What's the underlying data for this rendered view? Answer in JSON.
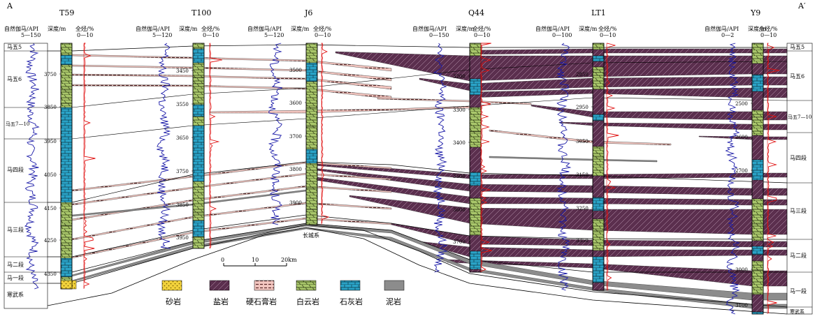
{
  "section": {
    "left": "A",
    "right": "A′"
  },
  "headers": {
    "gamma": "自然伽马/API",
    "depth": "深度/m",
    "hydrocarbon": "全烃/%",
    "hc_scale": "0—10"
  },
  "wells": [
    {
      "name": "T59",
      "gamma_scale": "5—150",
      "depths": [
        "3750",
        "3850",
        "3950",
        "4050",
        "4150",
        "4250",
        "4350"
      ]
    },
    {
      "name": "T100",
      "gamma_scale": "5—120",
      "depths": [
        "3450",
        "3550",
        "3650",
        "3750",
        "3850",
        "3950"
      ]
    },
    {
      "name": "J6",
      "gamma_scale": "5—120",
      "depths": [
        "3500",
        "3600",
        "3700",
        "3800",
        "3900"
      ],
      "base": "长城系"
    },
    {
      "name": "Q44",
      "gamma_scale": "0—150",
      "depths": [
        "3200",
        "3300",
        "3400",
        "3500",
        "3600",
        "3700"
      ]
    },
    {
      "name": "LT1",
      "gamma_scale": "0—100",
      "depths": [
        "2850",
        "2950",
        "3050",
        "3150",
        "3250",
        "3350"
      ]
    },
    {
      "name": "Y9",
      "gamma_scale": "0—2",
      "depths": [
        "2500",
        "2600",
        "2700",
        "3000",
        "3100"
      ]
    }
  ],
  "strata_left": [
    "马五5",
    "马五6",
    "马五7—10",
    "马四段",
    "马三段",
    "马二段",
    "马一段",
    "寒武系"
  ],
  "strata_right": [
    "马五5",
    "马五6",
    "马五7—10",
    "马四段",
    "马三段",
    "马二段",
    "马一段",
    "寒武系"
  ],
  "scale_bar": {
    "ticks": [
      "0",
      "10",
      "20km"
    ]
  },
  "legend": [
    {
      "label": "砂岩",
      "key": "sandstone"
    },
    {
      "label": "盐岩",
      "key": "salt"
    },
    {
      "label": "硬石膏岩",
      "key": "anhydrite"
    },
    {
      "label": "白云岩",
      "key": "dolomite"
    },
    {
      "label": "石灰岩",
      "key": "limestone"
    },
    {
      "label": "泥岩",
      "key": "mudstone"
    }
  ],
  "colors": {
    "salt": "#5b2f4e",
    "dolomite": "#a9c76b",
    "limestone": "#2aa3c7",
    "mudstone": "#8c8c8c",
    "sandstone": "#f2d23c",
    "anhydrite": "#f3c6c0",
    "gamma_log": "#1a1aa8",
    "hc_log": "#e01010"
  }
}
